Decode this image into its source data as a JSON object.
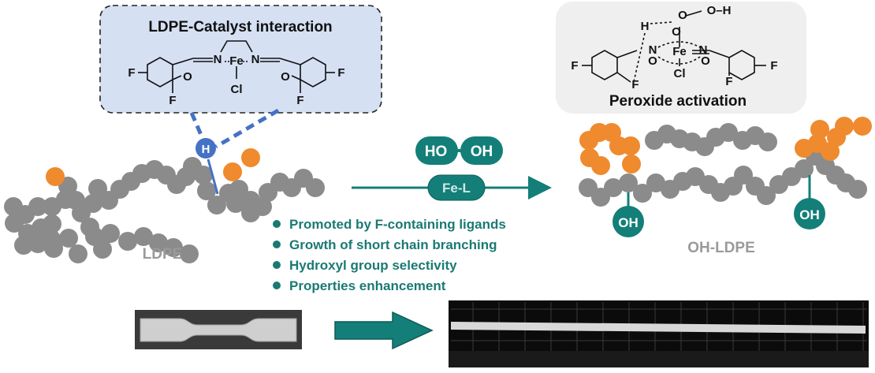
{
  "catalyst_box": {
    "title": "LDPE-Catalyst interaction",
    "atoms": {
      "fe": "Fe",
      "n": "N",
      "o": "O",
      "cl": "Cl",
      "f": "F"
    }
  },
  "peroxide_box": {
    "title": "Peroxide activation",
    "atoms": {
      "o": "O",
      "h": "H",
      "oh": "O–H"
    }
  },
  "hydrogen_marker": "H",
  "reagent": {
    "ho": "HO",
    "oh": "OH",
    "catalyst": "Fe-L"
  },
  "bullets": [
    "Promoted by F-containing ligands",
    "Growth of short chain branching",
    "Hydroxyl group selectivity",
    "Properties enhancement"
  ],
  "labels": {
    "left_polymer": "LDPE",
    "right_polymer": "OH-LDPE",
    "hydroxyl": "OH"
  },
  "colors": {
    "chain_grey": "#8b8b8b",
    "branch_orange": "#ef8a2e",
    "teal": "#137f78",
    "box_blue": "#d5e0f3",
    "box_grey": "#efefef",
    "bond_blue": "#4472c4"
  }
}
